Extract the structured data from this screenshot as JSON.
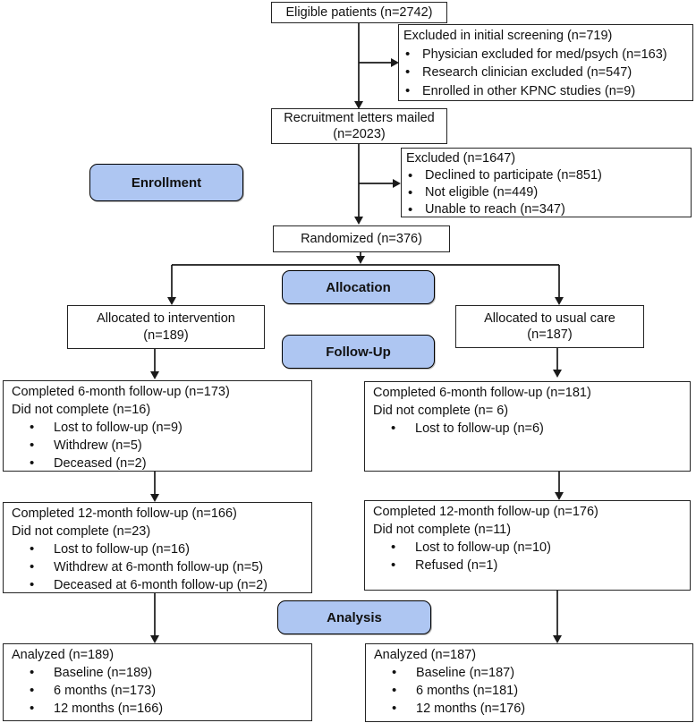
{
  "diagram_type": "CONSORT patient flow diagram",
  "colors": {
    "stage_fill": "#aec6f2",
    "stage_border": "#000000",
    "box_border": "#242424",
    "arrow": "#1a1a1a",
    "background": "#ffffff"
  },
  "stages": {
    "enrollment": "Enrollment",
    "allocation": "Allocation",
    "follow_up": "Follow-Up",
    "analysis": "Analysis"
  },
  "boxes": {
    "eligible": {
      "line1": "Eligible patients (n=2742)"
    },
    "excluded_screening": {
      "title": "Excluded in initial screening (n=719)",
      "bullets": [
        "Physician excluded for med/psych (n=163)",
        "Research clinician excluded (n=547)",
        "Enrolled in other KPNC studies (n=9)"
      ]
    },
    "recruitment": {
      "line1": "Recruitment letters mailed",
      "line2": "(n=2023)"
    },
    "excluded_recruitment": {
      "title": "Excluded (n=1647)",
      "bullets": [
        "Declined to participate (n=851)",
        "Not eligible (n=449)",
        "Unable to reach (n=347)"
      ]
    },
    "randomized": {
      "line1": "Randomized (n=376)"
    },
    "allocated_intervention": {
      "line1": "Allocated to intervention",
      "line2": "(n=189)"
    },
    "allocated_usual_care": {
      "line1": "Allocated to usual care",
      "line2": "(n=187)"
    },
    "followup6_intervention": {
      "title1": "Completed 6-month follow-up (n=173)",
      "title2": "Did not complete (n=16)",
      "bullets": [
        "Lost to follow-up (n=9)",
        "Withdrew (n=5)",
        "Deceased (n=2)"
      ]
    },
    "followup6_usual_care": {
      "title1": "Completed 6-month follow-up (n=181)",
      "title2": "Did not complete (n= 6)",
      "bullets": [
        "Lost to follow-up (n=6)"
      ]
    },
    "followup12_intervention": {
      "title1": "Completed 12-month follow-up (n=166)",
      "title2": "Did not complete (n=23)",
      "bullets": [
        "Lost to follow-up (n=16)",
        "Withdrew at 6-month follow-up (n=5)",
        "Deceased at 6-month follow-up (n=2)"
      ]
    },
    "followup12_usual_care": {
      "title1": "Completed 12-month follow-up (n=176)",
      "title2": "Did not complete (n=11)",
      "bullets": [
        "Lost to follow-up (n=10)",
        "Refused (n=1)"
      ]
    },
    "analyzed_intervention": {
      "title1": "Analyzed (n=189)",
      "bullets": [
        "Baseline (n=189)",
        "6 months (n=173)",
        "12 months (n=166)"
      ]
    },
    "analyzed_usual_care": {
      "title1": "Analyzed (n=187)",
      "bullets": [
        "Baseline (n=187)",
        "6 months (n=181)",
        "12 months (n=176)"
      ]
    }
  }
}
